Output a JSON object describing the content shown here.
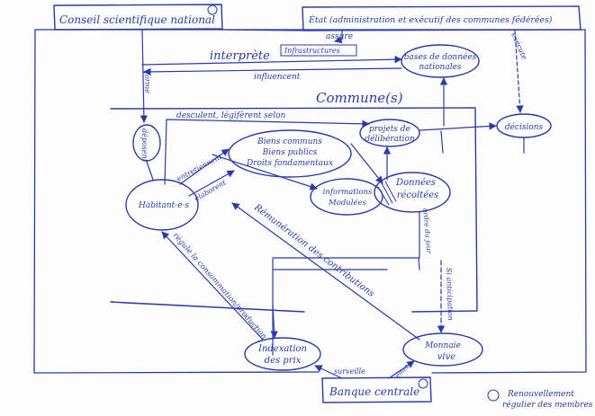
{
  "colors": {
    "ink": "#2b3aa8",
    "paper": "#fdfdfd"
  },
  "boxes": {
    "conseil": "Conseil scientifique national",
    "etat": "État (administration et exécutif des communes fédérées)",
    "commune": "Commune(s)",
    "banque": "Banque centrale"
  },
  "nodes": {
    "bases_line1": "bases de données",
    "bases_line2": "nationales",
    "biens_line1": "Biens communs",
    "biens_line2": "Biens publics",
    "biens_line3": "Droits fondamentaux",
    "projets_line1": "projets de",
    "projets_line2": "délibération",
    "decisions": "décisions",
    "habitants": "Habitant·e·s",
    "informations_line1": "informations",
    "informations_line2": "Modulées",
    "donnees_line1": "Données",
    "donnees_line2": "récoltées",
    "indexation_line1": "Indexation",
    "indexation_line2": "des prix",
    "monnaie_line1": "Monnaie",
    "monnaie_line2": "vive"
  },
  "labels": {
    "assure": "assure",
    "infrastructures": "Infrastructures",
    "interprete": "interprète",
    "influencent": "influencent",
    "execute": "exécute",
    "forme": "forme",
    "desculent": "desculent, légifèrent selon",
    "deposent": "déposent",
    "entretiennent": "entretiennent",
    "elaborent": "élaborent",
    "remuneration": "Rémunération des contributions",
    "regule": "régule la consommation/production",
    "ordre": "ordre du jour",
    "si_anticipation": "Si anticipation",
    "surveille": "surveille",
    "emet": "émet"
  },
  "legend": {
    "note_line1": "Renouvellement",
    "note_line2": "régulier des membres"
  }
}
